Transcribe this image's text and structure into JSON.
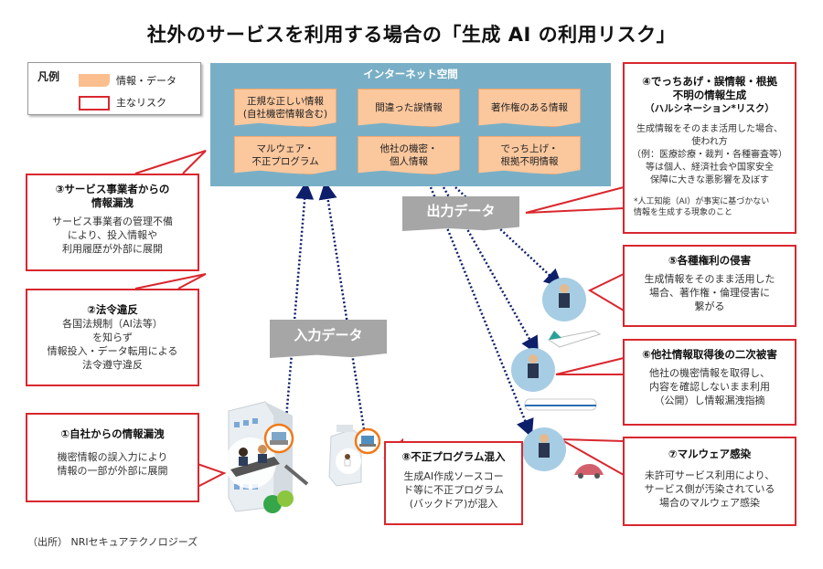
{
  "title": "社外のサービスを利用する場合の「生成 AI の利用リスク」",
  "legend": {
    "title": "凡例",
    "items": [
      {
        "label": "情報・データ",
        "swatch": "data",
        "color": "#fbbf8f"
      },
      {
        "label": "主なリスク",
        "swatch": "risk",
        "color": "#d9272e"
      }
    ]
  },
  "internet": {
    "title": "インターネット空間",
    "color": "#79afc6",
    "documents": [
      {
        "line1": "正規な正しい情報",
        "line2": "(自社機密情報含む)"
      },
      {
        "line1": "間違った誤情報",
        "line2": ""
      },
      {
        "line1": "著作権のある情報",
        "line2": ""
      },
      {
        "line1": "マルウェア・",
        "line2": "不正プログラム"
      },
      {
        "line1": "他社の機密・",
        "line2": "個人情報"
      },
      {
        "line1": "でっち上げ・",
        "line2": "根拠不明情報"
      }
    ]
  },
  "flows": {
    "input_label": "入力データ",
    "output_label": "出力データ"
  },
  "risks": [
    {
      "id": 1,
      "heading": "①自社からの情報漏洩",
      "body": [
        "機密情報の誤入力により",
        "情報の一部が外部に展開"
      ]
    },
    {
      "id": 2,
      "heading": "②法令違反",
      "body": [
        "各国法規制（AI法等）",
        "を知らず",
        "情報投入・データ転用による",
        "法令遵守違反"
      ]
    },
    {
      "id": 3,
      "heading": "③サービス事業者からの\n情報漏洩",
      "heading_lines": [
        "③サービス事業者からの",
        "情報漏洩"
      ],
      "body": [
        "サービス事業者の管理不備",
        "により、投入情報や",
        "利用履歴が外部に展開"
      ]
    },
    {
      "id": 4,
      "heading_lines": [
        "④でっちあげ・誤情報・根拠",
        "不明の情報生成",
        "（ハルシネーション*リスク）"
      ],
      "body": [
        "生成情報をそのまま活用した場合、",
        "使われ方",
        "（例：医療診療・裁判・各種審査等）",
        "等は個人、経済社会や国家安全",
        "保障に大きな悪影響を及ぼす"
      ],
      "note": [
        "*人工知能（AI）が事実に基づかない",
        "情報を生成する現象のこと"
      ]
    },
    {
      "id": 5,
      "heading": "⑤各種権利の侵害",
      "body": [
        "生成情報をそのまま活用した",
        "場合、著作権・倫理侵害に",
        "繋がる"
      ]
    },
    {
      "id": 6,
      "heading": "⑥他社情報取得後の二次被害",
      "body": [
        "他社の機密情報を取得し、",
        "内容を確認しないまま利用",
        "（公開）し情報漏洩指摘"
      ]
    },
    {
      "id": 7,
      "heading": "⑦マルウェア感染",
      "body": [
        "未許可サービス利用により、",
        "サービス側が汚染されている",
        "場合のマルウェア感染"
      ]
    },
    {
      "id": 8,
      "heading": "⑧不正プログラム混入",
      "body": [
        "生成AI作成ソースコー",
        "ド等に不正プログラム",
        "(バックドア)が混入"
      ]
    }
  ],
  "illustrations": {
    "company_building": "company-building-icon",
    "dev_building": "developer-building-icon",
    "users": [
      "user-on-airplane-icon",
      "user-on-train-icon",
      "user-in-car-icon"
    ]
  },
  "source": "（出所） NRIセキュアテクノロジーズ",
  "colors": {
    "risk_border": "#d9272e",
    "arrow": "#0d1f6b",
    "tag": "#a6a6a6",
    "doc_fill": "#fbc79d"
  }
}
